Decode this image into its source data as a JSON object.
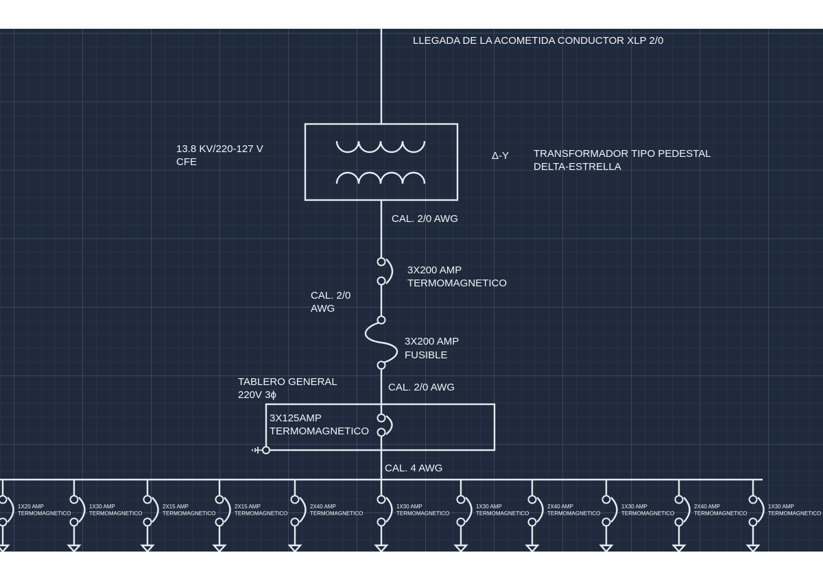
{
  "diagram": {
    "labels": {
      "acometida": "LLEGADA DE LA ACOMETIDA CONDUCTOR XLP 2/0",
      "voltage_line1": "13.8 KV/220-127 V",
      "voltage_line2": "CFE",
      "delta_y": "Δ-Y",
      "transformer_line1": "TRANSFORMADOR TIPO PEDESTAL",
      "transformer_line2": "DELTA-ESTRELLA",
      "cal_top": "CAL. 2/0 AWG",
      "breaker1_line1": "3X200 AMP",
      "breaker1_line2": "TERMOMAGNETICO",
      "cal_mid_line1": "CAL. 2/0",
      "cal_mid_line2": "AWG",
      "fuse_line1": "3X200 AMP",
      "fuse_line2": "FUSIBLE",
      "tablero_line1": "TABLERO GENERAL",
      "tablero_line2": "220V 3ϕ",
      "cal_tablero": "CAL. 2/0 AWG",
      "main_breaker_line1": "3X125AMP",
      "main_breaker_line2": "TERMOMAGNETICO",
      "cal_bus": "CAL. 4 AWG"
    },
    "branches": [
      {
        "rating": "1X20 AMP",
        "type": "TERMOMAGNETICO"
      },
      {
        "rating": "1X30 AMP",
        "type": "TERMOMAGNETICO"
      },
      {
        "rating": "2X15 AMP",
        "type": "TERMOMAGNETICO"
      },
      {
        "rating": "2X15 AMP",
        "type": "TERMOMAGNETICO"
      },
      {
        "rating": "2X40 AMP",
        "type": "TERMOMAGNETICO"
      },
      {
        "rating": "1X30 AMP",
        "type": "TERMOMAGNETICO"
      },
      {
        "rating": "1X30 AMP",
        "type": "TERMOMAGNETICO"
      },
      {
        "rating": "2X40 AMP",
        "type": "TERMOMAGNETICO"
      },
      {
        "rating": "1X30 AMP",
        "type": "TERMOMAGNETICO"
      },
      {
        "rating": "2X40 AMP",
        "type": "TERMOMAGNETICO"
      },
      {
        "rating": "1X30 AMP",
        "type": "TERMOMAGNETICO"
      }
    ]
  }
}
